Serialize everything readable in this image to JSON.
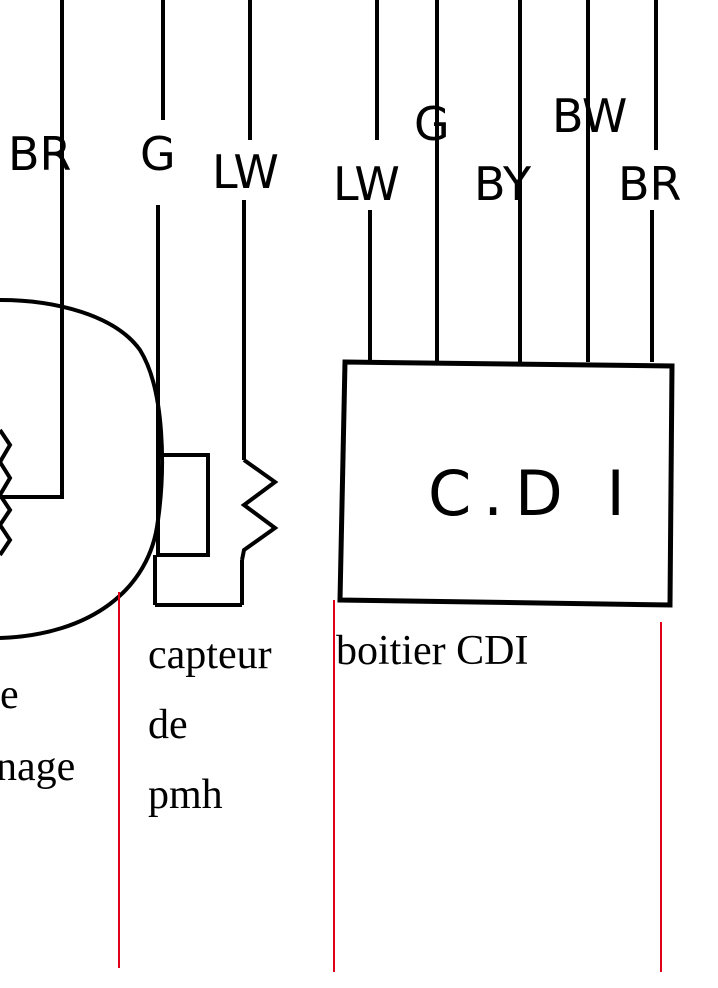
{
  "wire_labels": {
    "left_br": "BR",
    "sensor_g": "G",
    "sensor_lw": "LW",
    "cdi_lw": "LW",
    "cdi_g": "G",
    "cdi_by": "BY",
    "cdi_bw": "BW",
    "cdi_br": "BR"
  },
  "cdi_box_label": "C.D I",
  "captions": {
    "left_partial_1": "e",
    "left_partial_2": "nage",
    "sensor_line_1": "capteur",
    "sensor_line_2": "de",
    "sensor_line_3": "pmh",
    "cdi_box": "boitier CDI"
  },
  "colors": {
    "line": "#000000",
    "divider": "#e0001a"
  }
}
